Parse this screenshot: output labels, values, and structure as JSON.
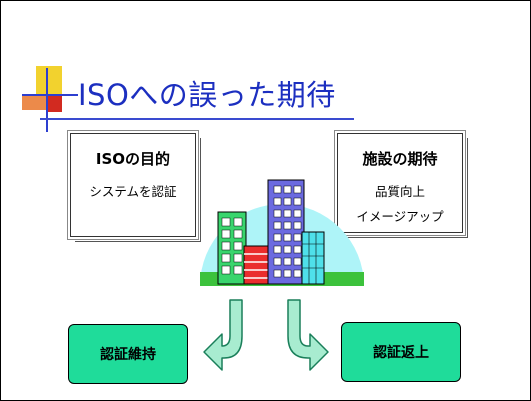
{
  "slide": {
    "title": "ISOへの誤った期待"
  },
  "iso_box": {
    "title": "ISOの目的",
    "line1": "システムを認証"
  },
  "facility_box": {
    "title": "施設の期待",
    "line1": "品質向上",
    "line2": "イメージアップ"
  },
  "outcomes": {
    "left": "認証維持",
    "right": "認証返上"
  },
  "colors": {
    "title": "#1c2fc0",
    "outcome_fill": "#1fdc9a",
    "arrow_fill": "#a8ecd0",
    "deco_yellow": "#f2d22e",
    "deco_orange": "#ec8a4a",
    "deco_blue": "#2d3fd0",
    "sky": "#aef4f8"
  },
  "icons": {
    "title_decoration": "cross-squares-icon",
    "illustration": "office-buildings-icon",
    "arrows": "curved-down-arrow-icon"
  }
}
